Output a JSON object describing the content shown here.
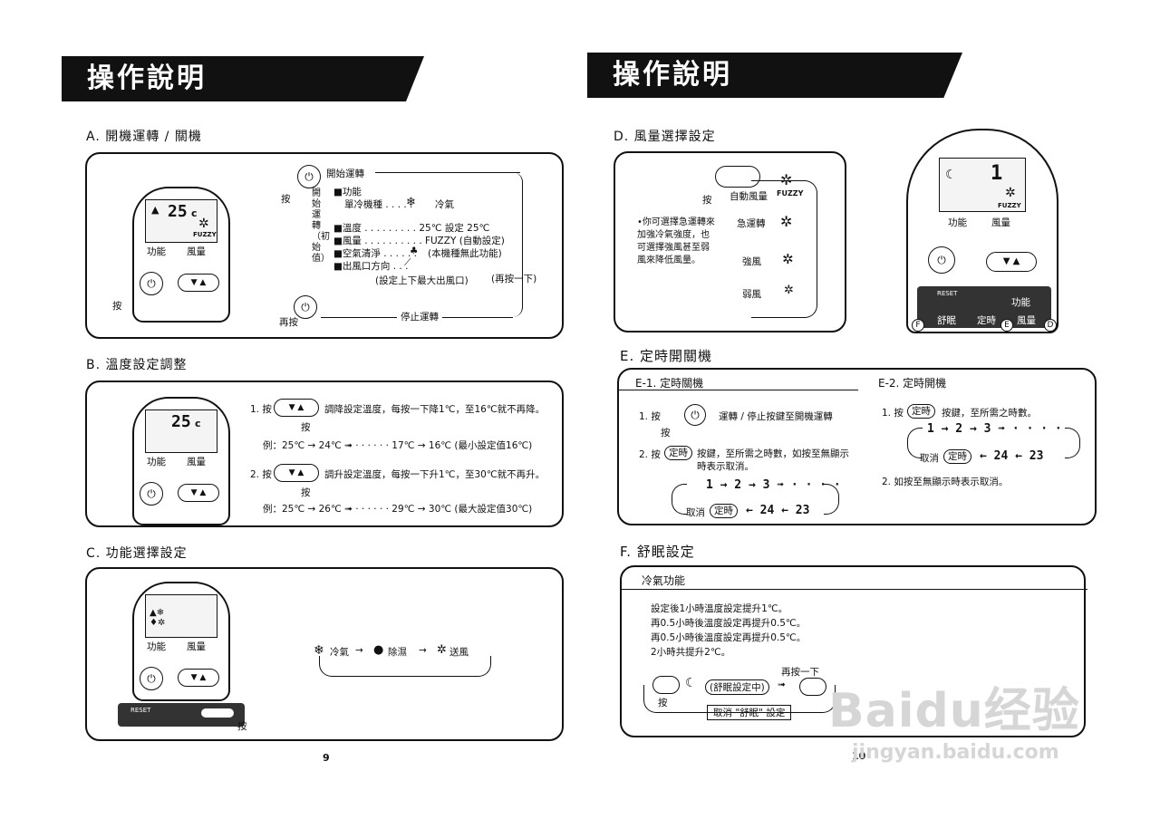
{
  "left": {
    "banner": "操作說明",
    "A": {
      "title": "A. 開機運轉 / 關機",
      "lcd_temp": "25",
      "lcd_unit": "c",
      "lcd_fuzzy": "FUZZY",
      "remote_func": "功能",
      "remote_fan": "風量",
      "press": "按",
      "press_again": "再按",
      "start": "開始運轉",
      "vertical": "開始運轉（初始值）",
      "l1": "■功能",
      "l1b": "單冷機種 . . . . .",
      "l1c": "冷氣",
      "l2": "■溫度 . . . . . . . . .  25℃  設定 25℃",
      "l3": "■風量 . . . . . . . . . .  FUZZY (自動設定)",
      "l4": "■空氣清淨 . . . . . .",
      "l4b": "(本機種無此功能)",
      "l5": "■出風口方向 . . .",
      "l6": "(設定上下最大出風口)",
      "again": "(再按一下)",
      "stop": "停止運轉"
    },
    "B": {
      "title": "B. 溫度設定調整",
      "lcd_temp": "25",
      "lcd_unit": "c",
      "remote_func": "功能",
      "remote_fan": "風量",
      "p1": "1. 按",
      "p1_text": "調降設定溫度，每按一下降1℃，至16℃就不再降。",
      "press": "按",
      "ex1": "例：25℃ → 24℃ ➟ · · · · · · 17℃ → 16℃ (最小設定值16℃)",
      "p2": "2. 按",
      "p2_text": "調升設定溫度，每按一下升1℃，至30℃就不再升。",
      "ex2": "例：25℃ → 26℃ ➟ · · · · · · 29℃ → 30℃ (最大設定值30℃)"
    },
    "C": {
      "title": "C. 功能選擇設定",
      "remote_func": "功能",
      "remote_fan": "風量",
      "reset": "RESET",
      "press": "按",
      "cycle": [
        "冷氣",
        "除濕",
        "送風"
      ]
    },
    "page": "9"
  },
  "right": {
    "banner": "操作說明",
    "D": {
      "title": "D. 風量選擇設定",
      "press": "按",
      "modes": [
        "自動風量",
        "急運轉",
        "強風",
        "弱風"
      ],
      "fuzzy": "FUZZY",
      "note": "•你可選擇急運轉來加強冷氣強度，也可選擇強風甚至弱風來降低風量。",
      "big_remote": {
        "digit": "1",
        "fuzzy": "FUZZY",
        "func": "功能",
        "fan": "風量",
        "reset": "RESET",
        "func_btn": "功能",
        "sleep": "舒眠",
        "timer": "定時",
        "fan_btn": "風量",
        "labels": [
          "F",
          "E",
          "D"
        ]
      }
    },
    "E": {
      "title": "E. 定時開關機",
      "e1_title": "E-1. 定時關機",
      "e1_s1": "1. 按",
      "e1_s1_text": "運轉 / 停止按鍵至開機運轉",
      "press": "按",
      "e1_s2": "2. 按",
      "timer_btn": "定時",
      "e1_s2_text": "按鍵，至所需之時數，如按至無顯示時表示取消。",
      "seq_top": "1 → 2 → 3 ➟ · · · ·",
      "seq_bottom_prefix": "取消",
      "seq_bottom": "← 24 ← 23",
      "e2_title": "E-2. 定時開機",
      "e2_s1": "1. 按",
      "e2_s1_text": "按鍵，至所需之時數。",
      "e2_s2": "2. 如按至無顯示時表示取消。"
    },
    "F": {
      "title": "F. 舒眠設定",
      "sub": "冷氣功能",
      "lines": [
        "設定後1小時溫度設定提升1℃。",
        "再0.5小時後溫度設定再提升0.5℃。",
        "再0.5小時後溫度設定再提升0.5℃。",
        "2小時共提升2℃。"
      ],
      "press": "按",
      "sleep_display": "(舒眠設定中)",
      "press_again": "再按一下",
      "cancel": "取消 \"舒眠\" 設定"
    },
    "page": "10",
    "watermark": "Baidu经验",
    "watermark_url": "jingyan.baidu.com"
  }
}
